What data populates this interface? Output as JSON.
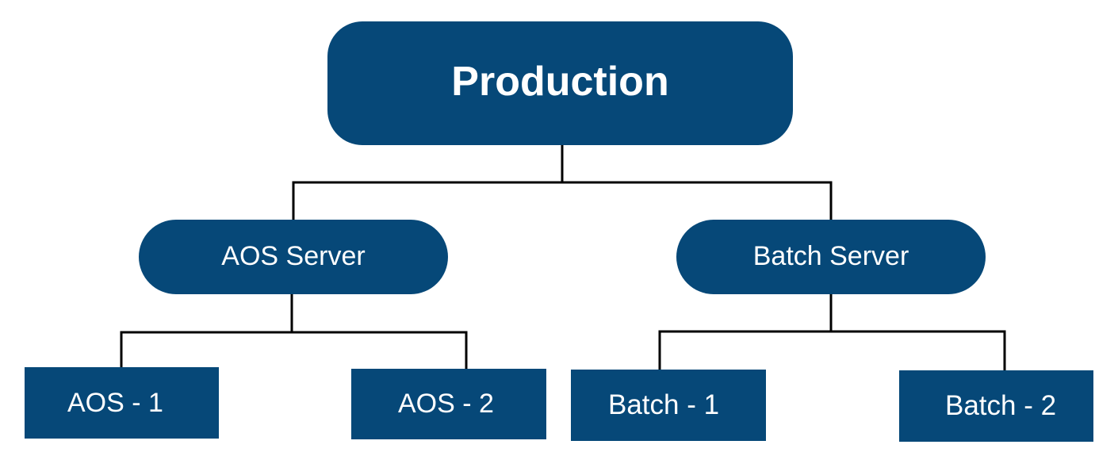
{
  "colors": {
    "node_fill": "#064878",
    "node_text": "#ffffff",
    "connector": "#000000"
  },
  "nodes": {
    "root": {
      "label": "Production"
    },
    "aos_server": {
      "label": "AOS Server"
    },
    "batch_server": {
      "label": "Batch Server"
    },
    "aos_1": {
      "label": "AOS - 1"
    },
    "aos_2": {
      "label": "AOS - 2"
    },
    "batch_1": {
      "label": "Batch - 1"
    },
    "batch_2": {
      "label": "Batch - 2"
    }
  },
  "edges": [
    {
      "from": "root",
      "to": "aos_server"
    },
    {
      "from": "root",
      "to": "batch_server"
    },
    {
      "from": "aos_server",
      "to": "aos_1"
    },
    {
      "from": "aos_server",
      "to": "aos_2"
    },
    {
      "from": "batch_server",
      "to": "batch_1"
    },
    {
      "from": "batch_server",
      "to": "batch_2"
    }
  ]
}
